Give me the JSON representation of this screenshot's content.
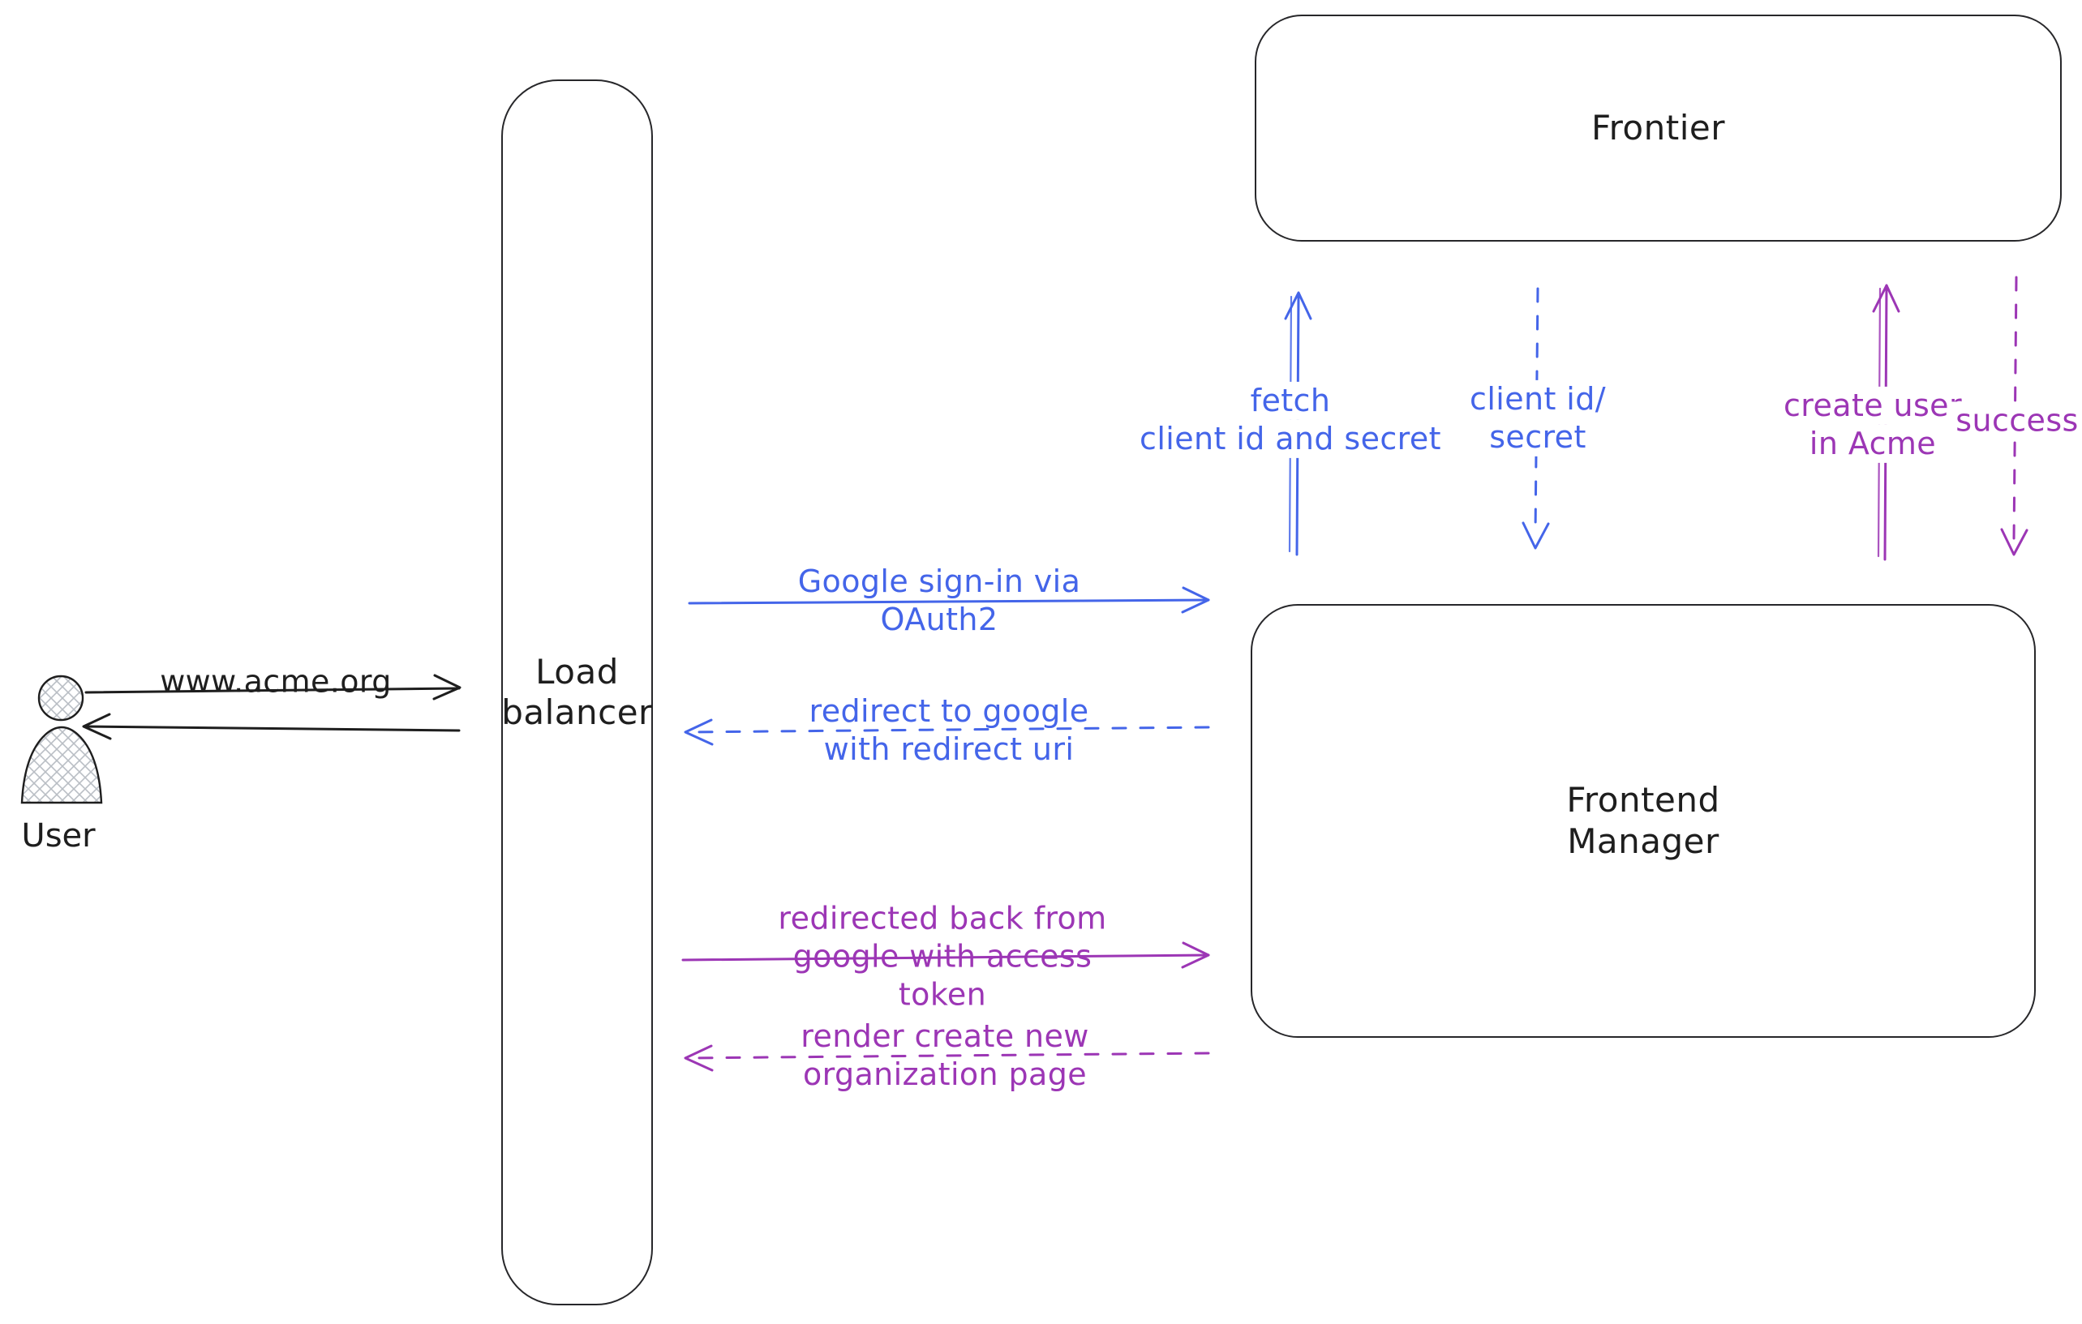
{
  "colors": {
    "ink": "#1e1e1e",
    "blue": "#4465e9",
    "purple": "#9c36b5",
    "canvas": "#ffffff",
    "hatch": "#b9bec4"
  },
  "actors": {
    "user": {
      "label": "User"
    }
  },
  "nodes": {
    "load_balancer": {
      "lines": [
        "Load",
        "balancer"
      ]
    },
    "frontier": {
      "label": "Frontier"
    },
    "frontend_manager": {
      "lines": [
        "Frontend",
        "Manager"
      ]
    }
  },
  "edges": {
    "www_acme": {
      "label": "www.acme.org",
      "style": "solid",
      "color": "ink",
      "from": "User",
      "to": "Load balancer"
    },
    "lb_to_user": {
      "label": "",
      "style": "solid",
      "color": "ink",
      "from": "Load balancer",
      "to": "User"
    },
    "google_signin": {
      "lines": [
        "Google sign-in via",
        "OAuth2"
      ],
      "style": "solid",
      "color": "blue",
      "from": "Load balancer",
      "to": "Frontend Manager"
    },
    "redirect_google": {
      "lines": [
        "redirect to google",
        "with redirect uri"
      ],
      "style": "dashed",
      "color": "blue",
      "from": "Frontend Manager",
      "to": "Load balancer"
    },
    "redirected_back": {
      "lines": [
        "redirected back from",
        "google with access",
        "token"
      ],
      "style": "solid",
      "color": "purple",
      "from": "Load balancer",
      "to": "Frontend Manager"
    },
    "render_org_page": {
      "lines": [
        "render create new",
        "organization page"
      ],
      "style": "dashed",
      "color": "purple",
      "from": "Frontend Manager",
      "to": "Load balancer"
    },
    "fetch_creds": {
      "lines": [
        "fetch",
        "client id and secret"
      ],
      "style": "solid",
      "color": "blue",
      "from": "Frontend Manager",
      "to": "Frontier"
    },
    "client_id_secret": {
      "lines": [
        "client id/",
        "secret"
      ],
      "style": "dashed",
      "color": "blue",
      "from": "Frontier",
      "to": "Frontend Manager"
    },
    "create_user": {
      "lines": [
        "create user",
        "in Acme"
      ],
      "style": "solid",
      "color": "purple",
      "from": "Frontend Manager",
      "to": "Frontier"
    },
    "success": {
      "lines": [
        "success"
      ],
      "style": "dashed",
      "color": "purple",
      "from": "Frontier",
      "to": "Frontend Manager"
    }
  }
}
